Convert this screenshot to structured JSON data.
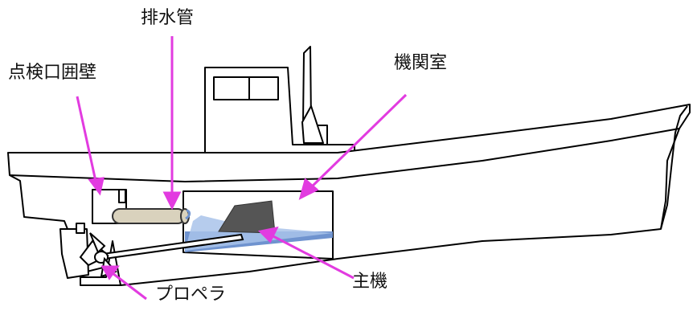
{
  "labels": {
    "drain_pipe": "排水管",
    "inspection_coaming": "点検口囲壁",
    "engine_room": "機関室",
    "main_engine": "主機",
    "propeller": "プロペラ"
  },
  "colors": {
    "hull_line": "#000000",
    "hull_fill": "#ffffff",
    "leader_line": "#e23be0",
    "water": "#6f93cf",
    "water_light": "#a9c3ea",
    "engine": "#555555",
    "pipe_fill": "#d9d2bd"
  }
}
